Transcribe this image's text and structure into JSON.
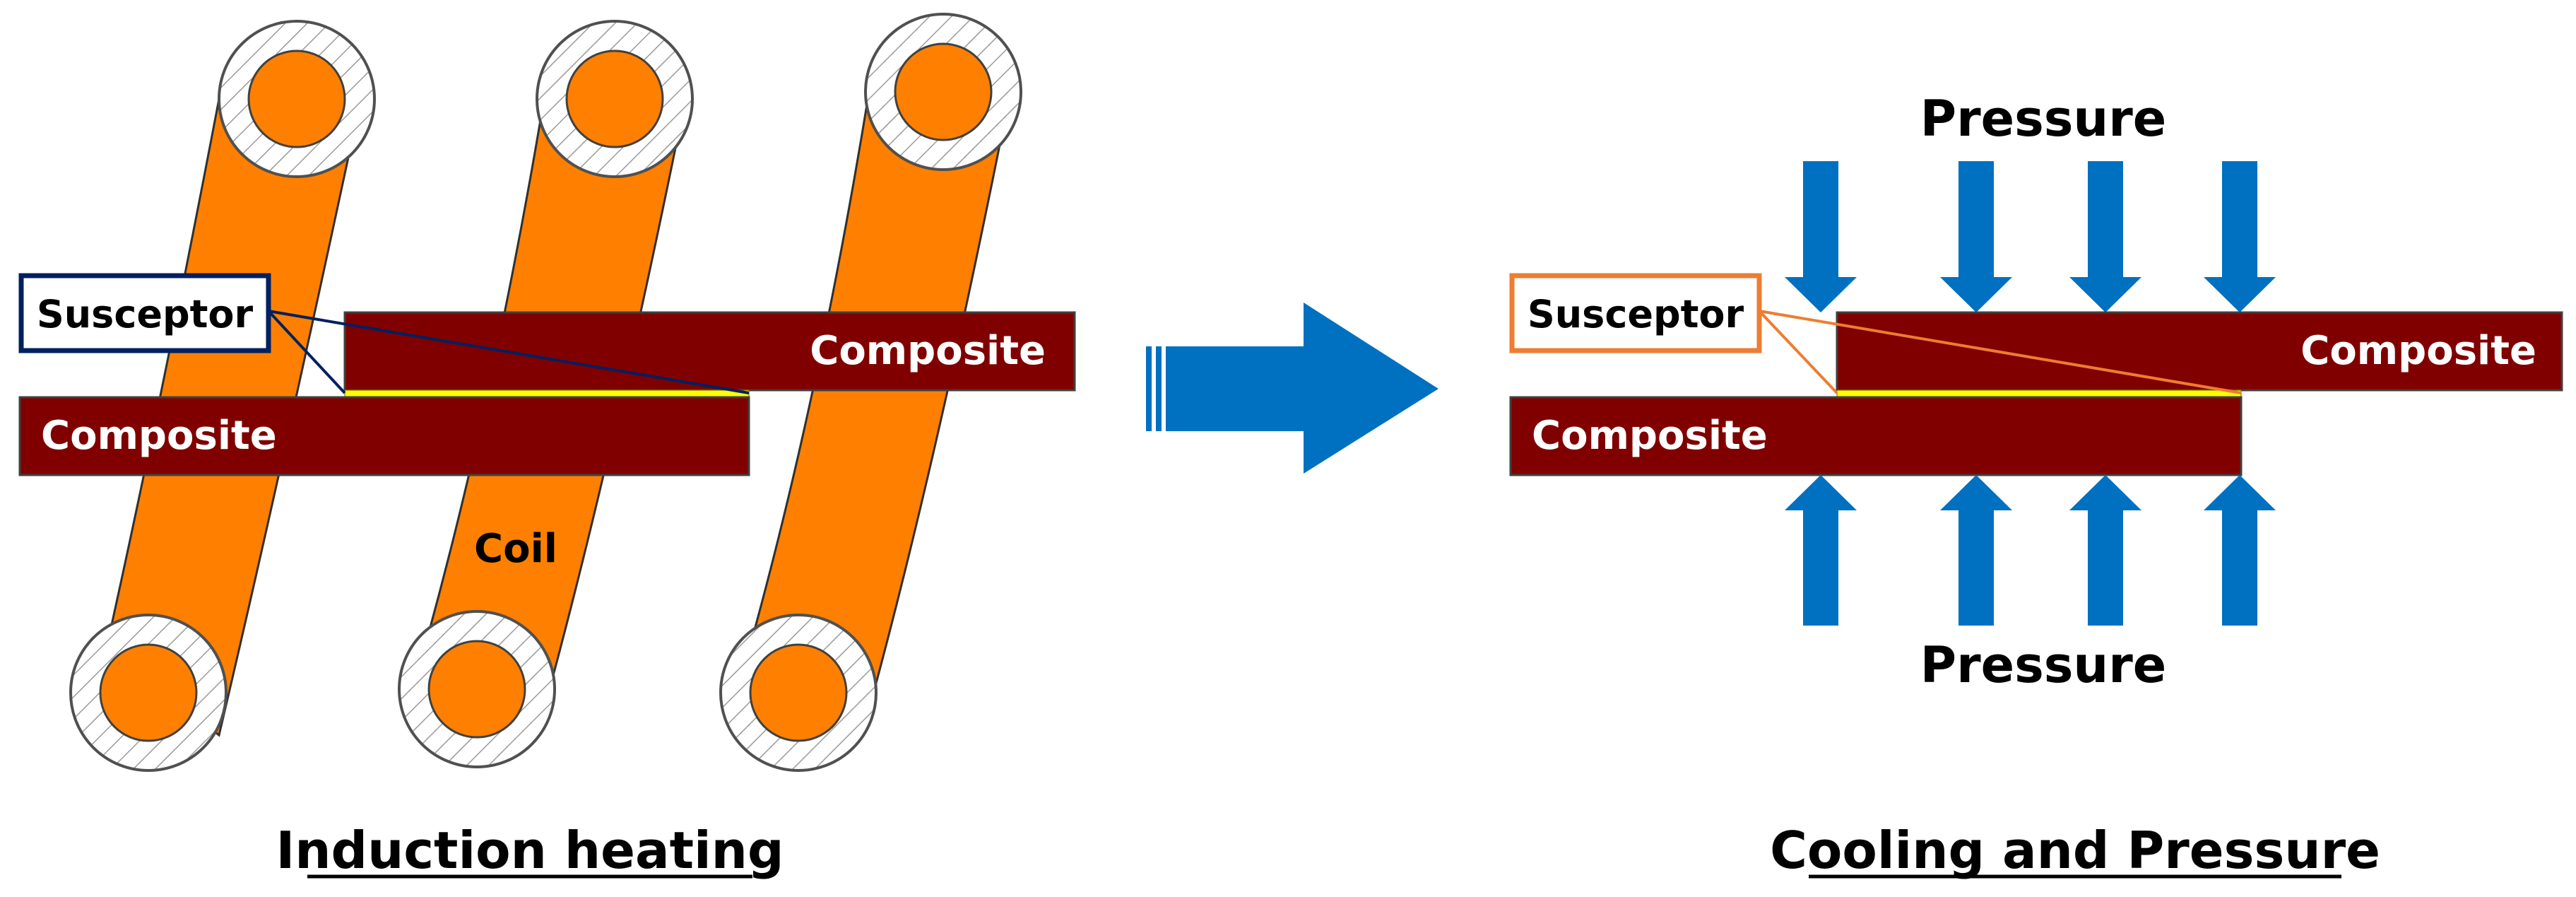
{
  "left_panel": {
    "susceptor_label": "Susceptor",
    "top_composite_label": "Composite",
    "bottom_composite_label": "Composite",
    "coil_label": "Coil",
    "caption": "Induction heating"
  },
  "right_panel": {
    "susceptor_label": "Susceptor",
    "top_composite_label": "Composite",
    "bottom_composite_label": "Composite",
    "pressure_top_label": "Pressure",
    "pressure_bottom_label": "Pressure",
    "caption": "Cooling and Pressure"
  },
  "colors": {
    "coil": "#FF8000",
    "composite": "#800000",
    "susceptor": "#FFFF00",
    "arrow": "#0070C0",
    "left_callout_border": "#002060",
    "right_callout_border": "#ED7D31"
  },
  "icons": {
    "process_arrow": "right-arrow",
    "pressure_arrows": "down-and-up-arrows"
  }
}
